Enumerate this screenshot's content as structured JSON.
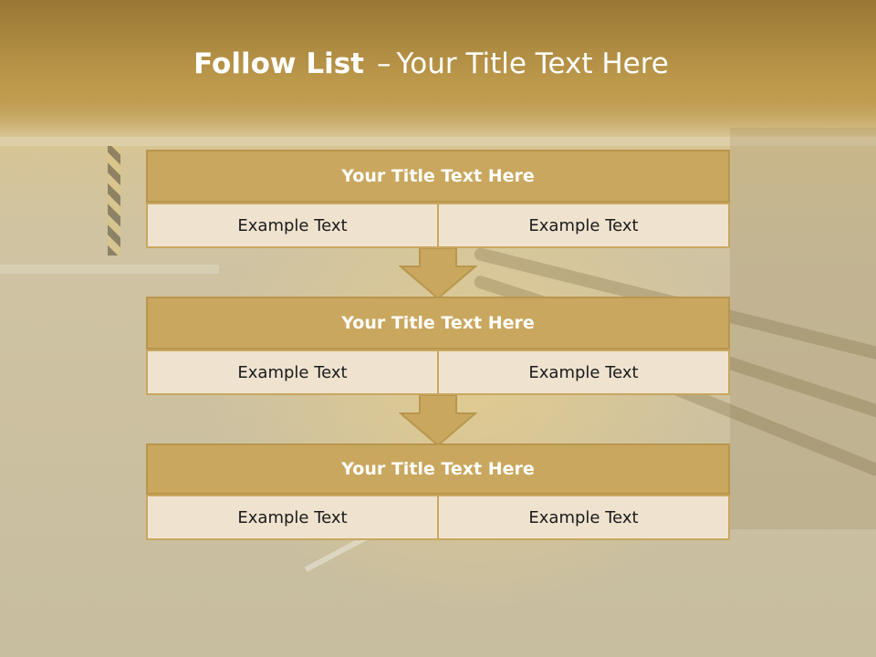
{
  "slide": {
    "title_bold": "Follow List",
    "title_dash": "–",
    "title_rest": "Your Title Text Here"
  },
  "blocks": [
    {
      "title": "Your Title Text Here",
      "left": "Example Text",
      "right": "Example Text"
    },
    {
      "title": "Your Title Text Here",
      "left": "Example Text",
      "right": "Example Text"
    },
    {
      "title": "Your Title Text Here",
      "left": "Example Text",
      "right": "Example Text"
    }
  ],
  "colors": {
    "header": "#b8964d",
    "title_bar": "#c9a75e",
    "cell_fill": "#efe3d0",
    "arrow_fill": "#c9a75e"
  },
  "icons": [
    "down-arrow-icon",
    "down-arrow-icon"
  ]
}
